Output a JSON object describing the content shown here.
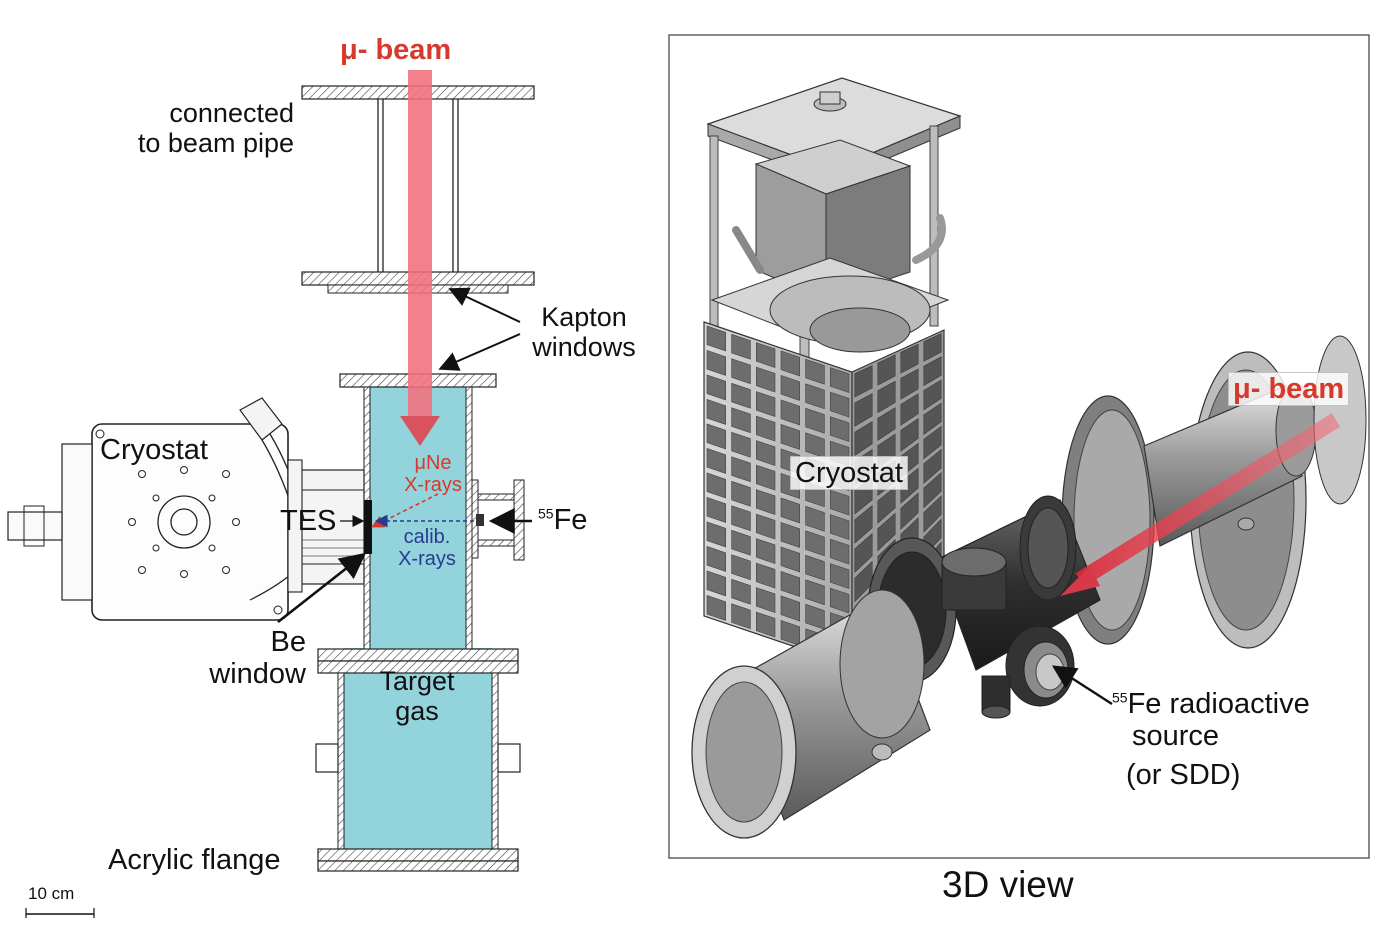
{
  "left_diagram": {
    "beam_label": "μ- beam",
    "beam_pipe_label_line1": "connected",
    "beam_pipe_label_line2": "to beam pipe",
    "kapton_line1": "Kapton",
    "kapton_line2": "windows",
    "cryostat_label": "Cryostat",
    "tes_label": "TES",
    "mune_line1": "μNe",
    "mune_line2": "X-rays",
    "calib_line1": "calib.",
    "calib_line2": "X-rays",
    "fe_sup": "55",
    "fe_label": "Fe",
    "be_line1": "Be",
    "be_line2": "window",
    "target_line1": "Target",
    "target_line2": "gas",
    "acrylic_label": "Acrylic flange",
    "scale_label": "10 cm"
  },
  "right_view": {
    "beam_label": "μ- beam",
    "cryostat_label": "Cryostat",
    "source_sup": "55",
    "source_line1": "Fe radioactive",
    "source_line2": "source",
    "source_line3": "(or SDD)",
    "caption": "3D view"
  },
  "colors": {
    "beam": "#f0707c",
    "beam_text": "#d63a2c",
    "target_gas": "#93d3dc",
    "calib": "#2a3b8f",
    "metal_dark": "#3a3a3a",
    "metal_light": "#c9c9c9"
  }
}
